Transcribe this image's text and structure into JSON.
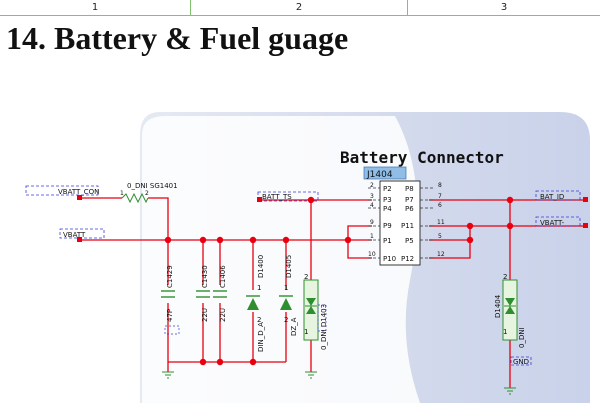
{
  "ruler": {
    "columns": [
      "1",
      "2",
      "3"
    ]
  },
  "title": "14. Battery & Fuel guage",
  "connector": {
    "heading": "Battery Connector",
    "refdes": "J1404",
    "left_pins": [
      "P2",
      "P3",
      "P4",
      "P9",
      "P1",
      "P10"
    ],
    "left_nums": [
      "2",
      "3",
      "4",
      "9",
      "1",
      "10"
    ],
    "right_pins": [
      "P8",
      "P7",
      "P6",
      "P11",
      "P5",
      "P12"
    ],
    "right_nums": [
      "8",
      "7",
      "6",
      "11",
      "5",
      "12"
    ]
  },
  "nets": {
    "vbatt_con": "VBATT_CON",
    "vbatt": "VBATT",
    "batt_ts": "BATT_TS",
    "bat_id": "BAT_ID",
    "vbatt_neg": "VBATT-",
    "gnd": "GND"
  },
  "ferrite": {
    "label": "0_DNI SG1401",
    "pin1": "1",
    "pin2": "2"
  },
  "components": [
    {
      "ref": "C1429",
      "value": "47P"
    },
    {
      "ref": "C1430",
      "value": "22U"
    },
    {
      "ref": "C1406",
      "value": "22U"
    }
  ],
  "diodes": [
    {
      "ref": "D1400",
      "value": "DIN_D_A",
      "pin_top": "1",
      "pin_bot": "2"
    },
    {
      "ref": "D1405",
      "value": "DZ_A",
      "pin_top": "1",
      "pin_bot": "2"
    }
  ],
  "tvs": [
    {
      "ref": "0_DNI D1403",
      "pin_top": "2",
      "pin_bot": "1"
    },
    {
      "ref": "D1404",
      "value": "0_DNI",
      "pin_top": "2",
      "pin_bot": "1"
    }
  ],
  "colors": {
    "wire": "#e8000f",
    "dot": "#e8000f",
    "part": "#2f8f2f",
    "net_box": "#3a3ad8",
    "highlight": "#c9d2ea"
  }
}
